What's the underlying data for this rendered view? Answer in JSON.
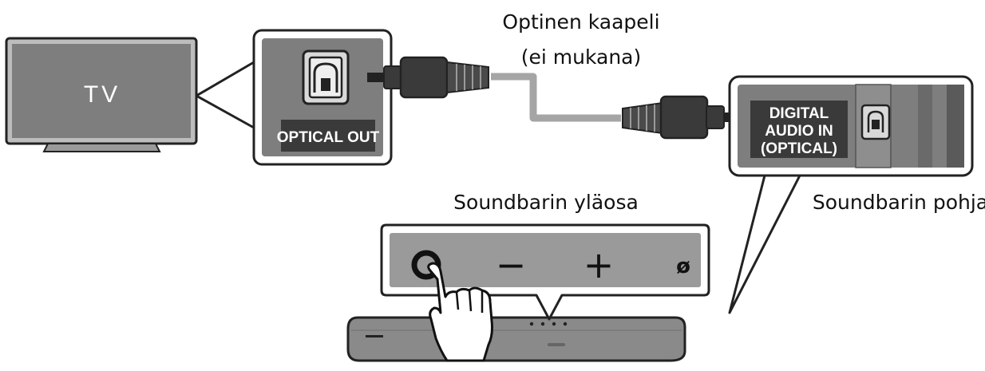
{
  "tv": {
    "label": "TV"
  },
  "tv_port": {
    "label": "OPTICAL OUT"
  },
  "cable": {
    "line1": "Optinen kaapeli",
    "line2": "(ei mukana)"
  },
  "soundbar_port": {
    "line1": "DIGITAL",
    "line2": "AUDIO IN",
    "line3": "(OPTICAL)"
  },
  "labels": {
    "top": "Soundbarin yläosa",
    "bottom": "Soundbarin pohja"
  },
  "buttons": {
    "minus": "−",
    "plus": "+",
    "bluetooth": "ø"
  },
  "colors": {
    "panel": "#7e7e7e",
    "dark": "#3a3a3a",
    "outline": "#222222",
    "cable": "#a5a5a5",
    "soundbar": "#8a8a8a"
  }
}
